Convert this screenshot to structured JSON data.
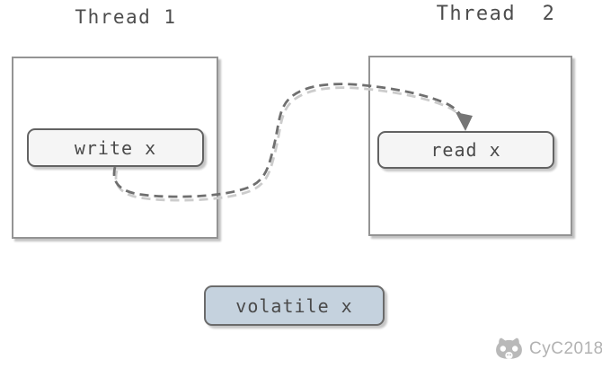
{
  "diagram": {
    "thread1": {
      "title": "Thread 1",
      "node_label": "write x"
    },
    "thread2": {
      "title": "Thread  2",
      "node_label": "read x"
    },
    "volatile_node": {
      "label": "volatile x"
    },
    "arrow": {
      "from": "write x",
      "to": "read x",
      "style": "dashed-curve"
    },
    "watermark": {
      "text": "CyC2018",
      "icon": "octocat-icon"
    },
    "colors": {
      "background": "#ffffff",
      "text": "#4d4d4d",
      "thread_box_border": "#949494",
      "node_fill": "#f5f5f5",
      "node_border": "#636363",
      "volatile_fill": "#c5d2de",
      "arrow_dark": "#6f6f6f",
      "arrow_light": "#cccccc",
      "watermark_gray": "#b2b2b2"
    }
  }
}
